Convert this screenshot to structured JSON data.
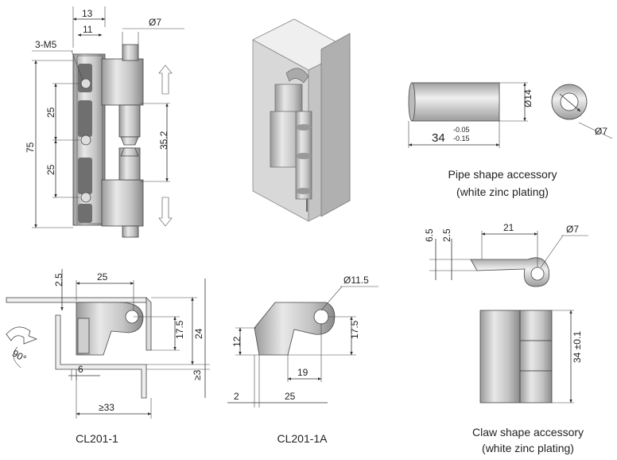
{
  "captions": {
    "cl201_1": "CL201-1",
    "cl201_1a": "CL201-1A",
    "pipe_title": "Pipe shape accessory",
    "pipe_sub": "(white zinc plating)",
    "claw_title": "Claw shape accessory",
    "claw_sub": "(white zinc plating)"
  },
  "hinge_front": {
    "d13": "13",
    "d11": "11",
    "thread": "3-M5",
    "dia7": "Ø7",
    "d75": "75",
    "d25a": "25",
    "d25b": "25",
    "d352": "35.2"
  },
  "pipe": {
    "dia14": "Ø14",
    "dia7": "Ø7",
    "len": "34",
    "tol_up": "-0.05",
    "tol_dn": "-0.15"
  },
  "claw": {
    "d65": "6.5",
    "d25": "2.5",
    "d21": "21",
    "dia7": "Ø7",
    "d34": "34 ±0.1"
  },
  "cl201_1_dims": {
    "d25t": "2.5",
    "d25": "25",
    "d175": "17.5",
    "d24": "24",
    "d3": "≥3",
    "d6": "6",
    "d33": "≥33",
    "angle": "90°"
  },
  "cl201_1a_dims": {
    "dia115": "Ø11.5",
    "d12": "12",
    "d175": "17.5",
    "d19": "19",
    "d2": "2",
    "d25": "25"
  }
}
